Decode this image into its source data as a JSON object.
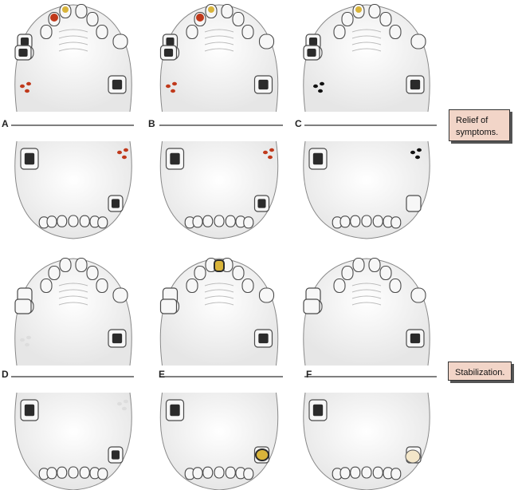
{
  "panels": [
    {
      "letter": "A"
    },
    {
      "letter": "B"
    },
    {
      "letter": "C"
    },
    {
      "letter": "D"
    },
    {
      "letter": "E"
    },
    {
      "letter": "F"
    }
  ],
  "callouts": {
    "relief": "Relief of symptoms.",
    "stabilization": "Stabilization."
  },
  "colors": {
    "outline": "#4a4a4a",
    "tooth_fill": "#f7f7f7",
    "amalgam": "#2b2b2b",
    "caries_red": "#c0391b",
    "caries_yellow": "#d9b43a",
    "callout_bg": "#f2d5c8",
    "shadow": "#d9d9d9"
  }
}
